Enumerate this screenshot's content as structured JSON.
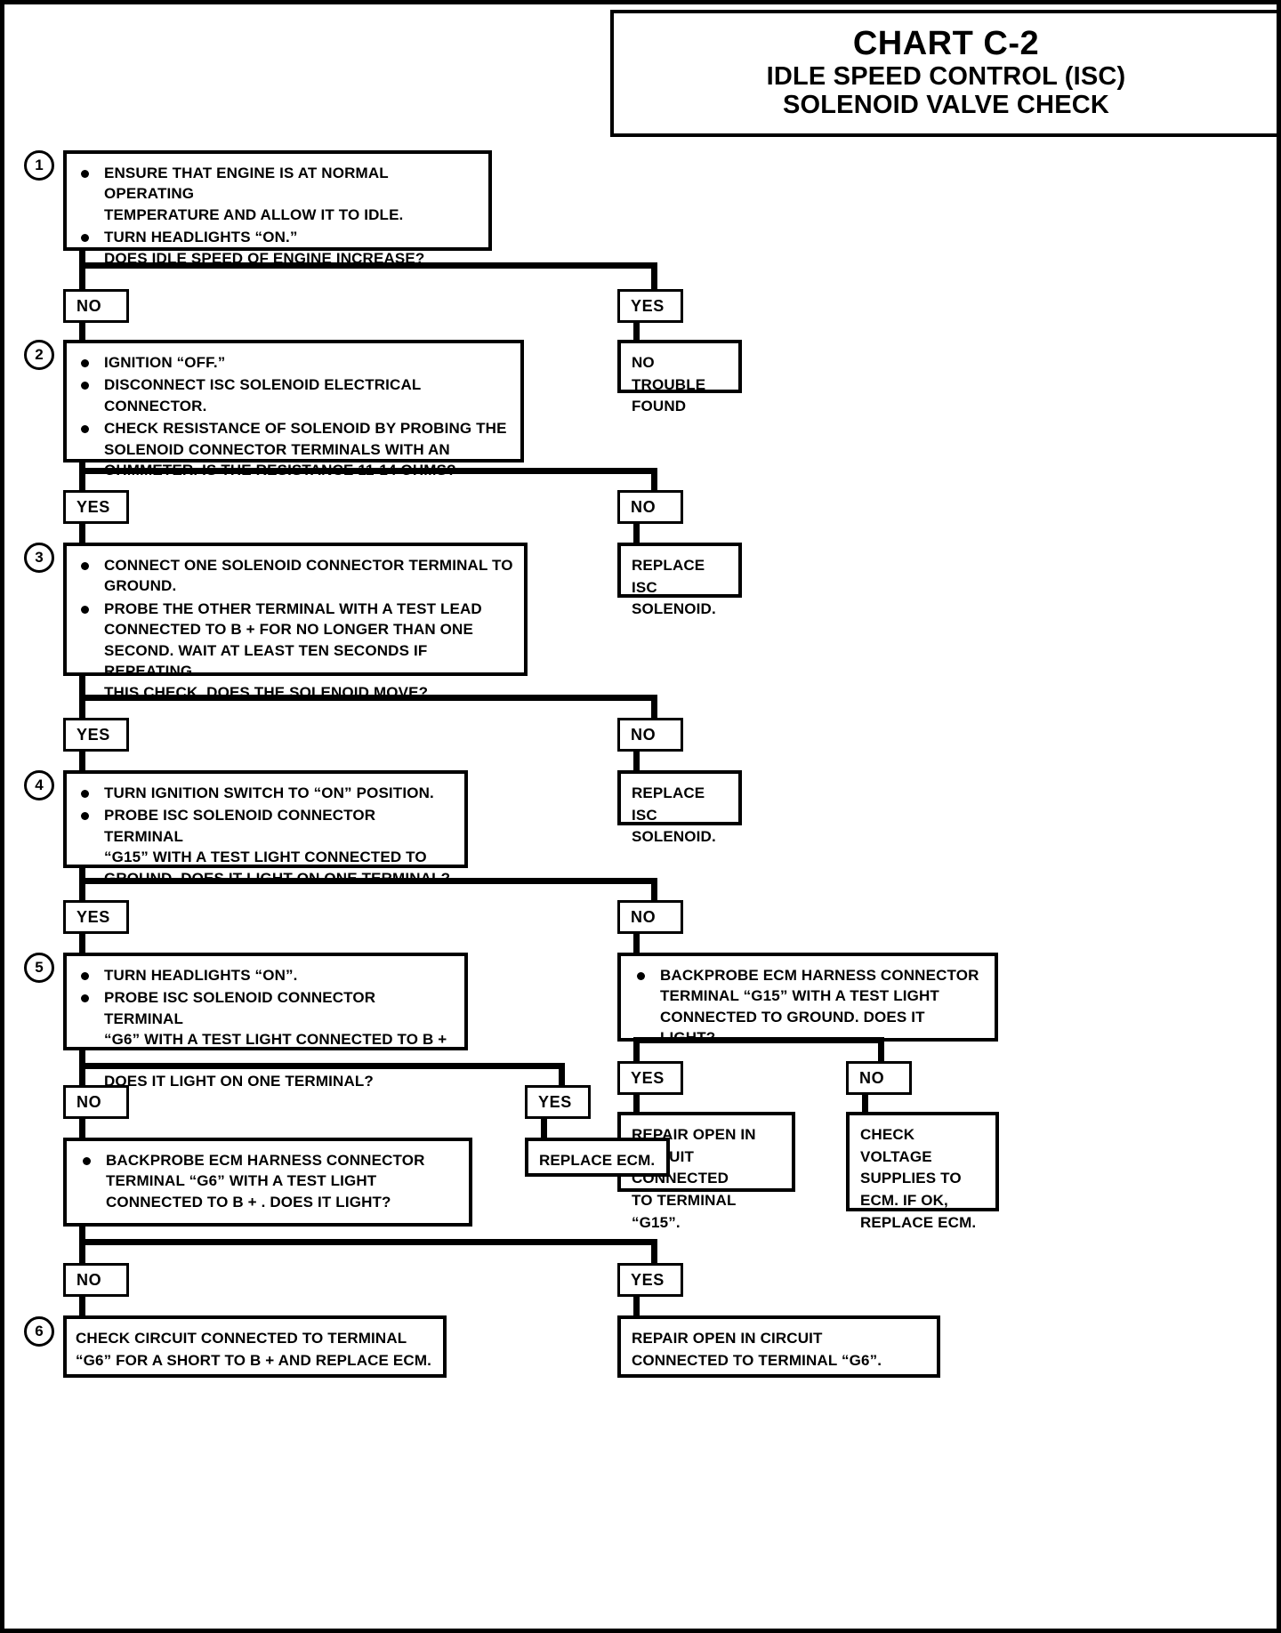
{
  "header": {
    "chart_number": "CHART C-2",
    "subtitle_line1": "IDLE SPEED CONTROL (ISC)",
    "subtitle_line2": "SOLENOID VALVE CHECK"
  },
  "steps": {
    "s1": {
      "number": "1",
      "b1": "ENSURE THAT ENGINE IS AT NORMAL OPERATING\nTEMPERATURE AND ALLOW IT TO IDLE.",
      "b2": "TURN HEADLIGHTS “ON.”\nDOES IDLE SPEED OF ENGINE INCREASE?"
    },
    "s2": {
      "number": "2",
      "b1": "IGNITION “OFF.”",
      "b2": "DISCONNECT ISC SOLENOID ELECTRICAL CONNECTOR.",
      "b3": "CHECK RESISTANCE OF SOLENOID BY PROBING THE\nSOLENOID CONNECTOR TERMINALS WITH AN\nOHMMETER.  IS THE RESISTANCE 11-14 OHMS?"
    },
    "s3": {
      "number": "3",
      "b1": "CONNECT ONE SOLENOID CONNECTOR TERMINAL TO\nGROUND.",
      "b2": "PROBE THE OTHER TERMINAL WITH A TEST LEAD\nCONNECTED TO B + FOR NO LONGER THAN ONE\nSECOND.  WAIT AT LEAST TEN SECONDS IF REPEATING\nTHIS CHECK.  DOES THE SOLENOID MOVE?"
    },
    "s4": {
      "number": "4",
      "b1": "TURN IGNITION SWITCH TO “ON” POSITION.",
      "b2": "PROBE ISC SOLENOID CONNECTOR TERMINAL\n“G15” WITH A TEST LIGHT CONNECTED TO\nGROUND.  DOES IT LIGHT ON ONE TERMINAL?"
    },
    "s5": {
      "number": "5",
      "b1": "TURN HEADLIGHTS “ON”.",
      "b2": "PROBE ISC SOLENOID CONNECTOR TERMINAL\n“G6” WITH A TEST LIGHT CONNECTED TO B + .\nDOES IT LIGHT ON ONE TERMINAL?"
    },
    "s6": {
      "number": "6",
      "text": "CHECK CIRCUIT CONNECTED TO TERMINAL\n“G6” FOR A SHORT TO B + AND REPLACE ECM."
    }
  },
  "outcomes": {
    "no_trouble_found": "NO TROUBLE\nFOUND",
    "replace_isc_solenoid_1": "REPLACE ISC\nSOLENOID.",
    "replace_isc_solenoid_2": "REPLACE ISC\nSOLENOID.",
    "backprobe_g15": "BACKPROBE ECM HARNESS CONNECTOR\nTERMINAL “G15” WITH A TEST LIGHT\nCONNECTED TO GROUND.  DOES IT LIGHT?",
    "backprobe_g6": "BACKPROBE ECM HARNESS CONNECTOR\nTERMINAL “G6” WITH A TEST LIGHT\nCONNECTED TO B + .  DOES IT LIGHT?",
    "replace_ecm": "REPLACE ECM.",
    "repair_open_g15": "REPAIR OPEN IN\nCIRCUIT CONNECTED\nTO TERMINAL “G15”.",
    "check_voltage_supplies": "CHECK VOLTAGE\nSUPPLIES TO\nECM.  IF OK,\nREPLACE ECM.",
    "repair_open_g6": "REPAIR OPEN IN CIRCUIT\nCONNECTED TO TERMINAL “G6”."
  },
  "branch_labels": {
    "l1_no": "NO",
    "l1_yes": "YES",
    "l2_yes": "YES",
    "l2_no": "NO",
    "l3_yes": "YES",
    "l3_no": "NO",
    "l4_yes": "YES",
    "l4_no": "NO",
    "l5_no": "NO",
    "l5_yes": "YES",
    "l6_yes": "YES",
    "l6_no": "NO",
    "l7_no": "NO",
    "l7_yes": "YES"
  },
  "colors": {
    "ink": "#000000",
    "paper": "#ffffff"
  }
}
